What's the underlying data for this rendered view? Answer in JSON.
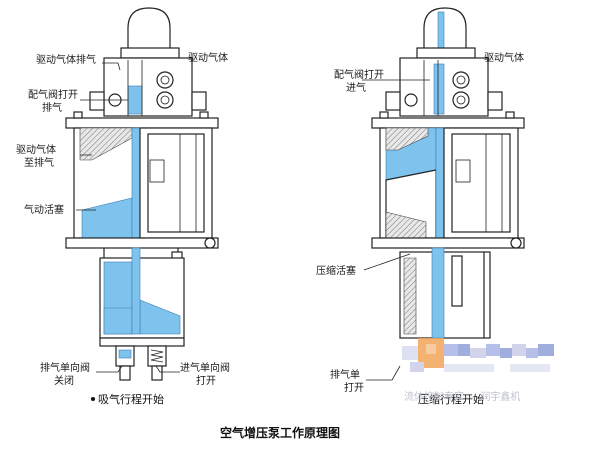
{
  "left_panel": {
    "labels": {
      "drive_exhaust": "驱动气体排气",
      "drive_gas": "驱动气体",
      "valve_open_exhaust_1": "配气阀打开",
      "valve_open_exhaust_2": "排气",
      "drive_to_exhaust_1": "驱动气体",
      "drive_to_exhaust_2": "至排气",
      "air_piston": "气动活塞",
      "exhaust_check_closed_1": "排气单向阀",
      "exhaust_check_closed_2": "关闭",
      "intake_check_open_1": "进气单向阀",
      "intake_check_open_2": "打开",
      "stroke_caption": "吸气行程开始"
    }
  },
  "right_panel": {
    "labels": {
      "drive_gas": "驱动气体",
      "valve_open_intake_1": "配气阀打开",
      "valve_open_intake_2": "进气",
      "compress_piston": "压缩活塞",
      "exhaust_check_open_1": "排气单",
      "exhaust_check_open_2": "打开",
      "stroke_caption": "压缩行程开始"
    }
  },
  "figure_title": "空气增压泵工作原理图",
  "watermark": {
    "text": "流体控制专家 — 润宇鑫机",
    "colors": [
      "#f2a45a",
      "#a9b4e6",
      "#c9cde8",
      "#8fa0d8"
    ]
  },
  "colors": {
    "fluid": "#7ec3ee",
    "outline": "#222222",
    "hatch": "#cfd3d6"
  }
}
